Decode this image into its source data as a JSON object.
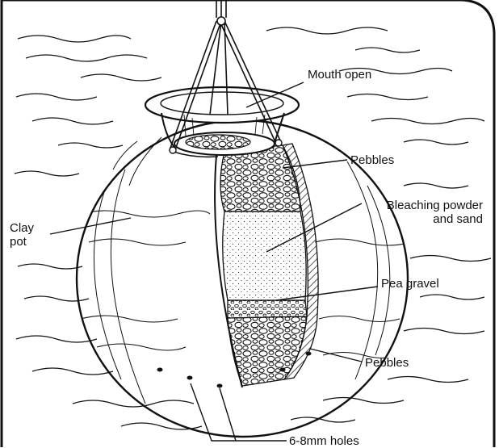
{
  "labels": {
    "mouth_open": "Mouth open",
    "pebbles_top": "Pebbles",
    "bleaching_line1": "Bleaching powder",
    "bleaching_line2": "and sand",
    "clay_line1": "Clay",
    "clay_line2": "pot",
    "pea_gravel": "Pea gravel",
    "pebbles_bottom": "Pebbles",
    "holes": "6-8mm holes"
  },
  "colors": {
    "ink": "#111111",
    "background": "#ffffff"
  }
}
